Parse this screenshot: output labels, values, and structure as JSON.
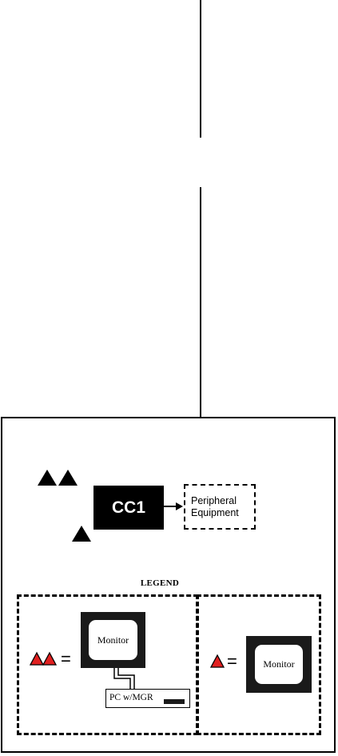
{
  "diagram": {
    "cc1_label": "CC1",
    "peripheral_label_line1": "Peripheral",
    "peripheral_label_line2": "Equipment"
  },
  "legend": {
    "title": "LEGEND",
    "left": {
      "monitor_label": "Monitor",
      "pc_label": "PC w/MGR",
      "equals": "="
    },
    "right": {
      "monitor_label": "Monitor",
      "equals": "="
    }
  },
  "colors": {
    "ink": "#000000",
    "monitor_body": "#1a1a1a",
    "marker_red": "#e02020"
  }
}
